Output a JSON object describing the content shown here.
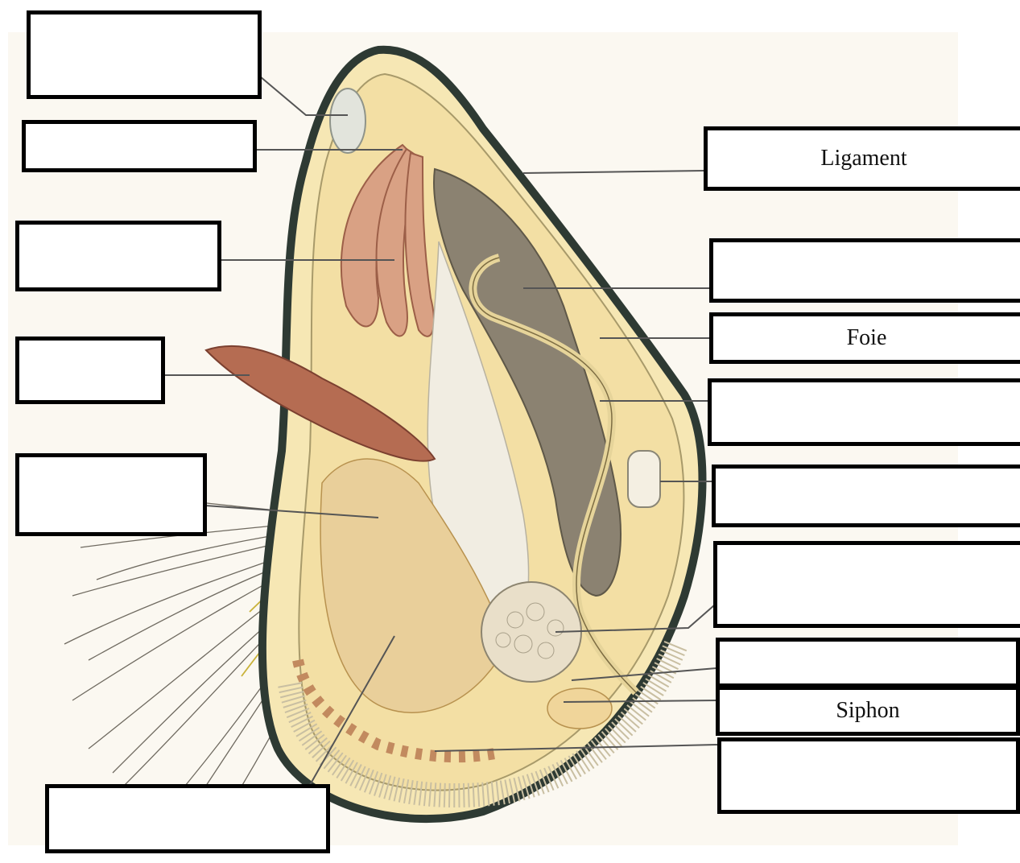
{
  "diagram": {
    "subject": "mussel-anatomy",
    "colors": {
      "shell_outline": "#2e3a33",
      "shell_fill": "#f6e7b4",
      "gill": "#d9a184",
      "foot": "#b56c52",
      "liver": "#8b8271",
      "gonad": "#e9dfc9",
      "leader_line": "#555555"
    }
  },
  "labels": [
    {
      "id": "left-1",
      "text": ""
    },
    {
      "id": "left-2",
      "text": ""
    },
    {
      "id": "left-3",
      "text": ""
    },
    {
      "id": "left-4",
      "text": ""
    },
    {
      "id": "left-5",
      "text": ""
    },
    {
      "id": "bottom-left",
      "text": ""
    },
    {
      "id": "right-1",
      "text": "Ligament"
    },
    {
      "id": "right-2",
      "text": ""
    },
    {
      "id": "right-3",
      "text": "Foie"
    },
    {
      "id": "right-4",
      "text": ""
    },
    {
      "id": "right-5",
      "text": ""
    },
    {
      "id": "right-6",
      "text": ""
    },
    {
      "id": "right-7",
      "text": ""
    },
    {
      "id": "right-8",
      "text": "Siphon"
    },
    {
      "id": "right-9",
      "text": ""
    }
  ]
}
